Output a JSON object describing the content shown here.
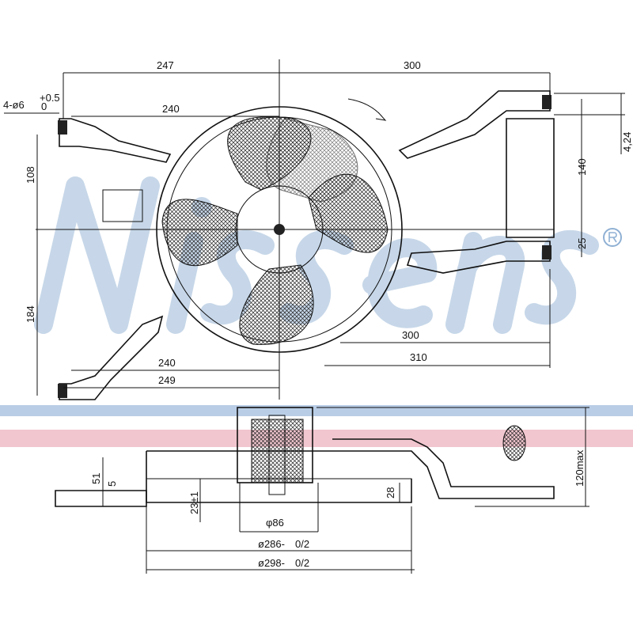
{
  "watermark": {
    "brand": "Nissens",
    "registered": "®",
    "color": "#8fb0d4",
    "stripe_blue": "#b9cde6",
    "stripe_red": "#f1c6cf"
  },
  "dimensions": {
    "top_left_width": "247",
    "top_right_width": "300",
    "hole_spec": "4-ø6",
    "hole_tol_upper": "+0.5",
    "hole_tol_lower": "0",
    "upper_240": "240",
    "left_108": "108",
    "left_184": "184",
    "right_140": "140",
    "right_4_24": "4,24",
    "right_25": "25",
    "lower_300": "300",
    "lower_310": "310",
    "lower_240": "240",
    "lower_249": "249",
    "side_51": "51",
    "side_5": "5",
    "side_23": "23±1",
    "side_28": "28",
    "side_120max": "120max",
    "dia_86": "φ86",
    "dia_286": "ø286-",
    "dia_286_tol": "0/2",
    "dia_298": "ø298-",
    "dia_298_tol": "0/2"
  }
}
